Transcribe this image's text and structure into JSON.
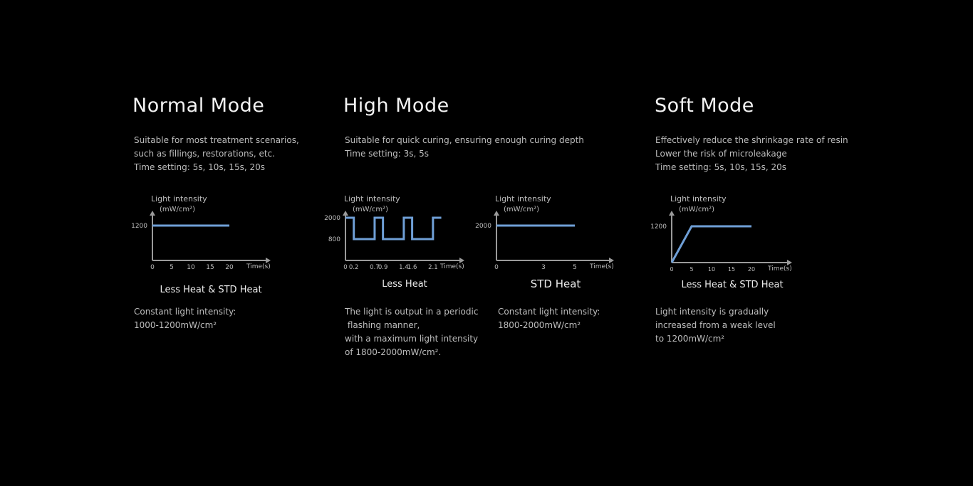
{
  "normal": {
    "title": "Normal Mode",
    "desc": [
      "Suitable for most treatment scenarios,",
      "such as fillings, restorations, etc.",
      "Time setting: 5s, 10s, 15s, 20s"
    ],
    "y_label_1": "Light intensity",
    "y_label_2": "(mW/cm²)",
    "x_label": "Time(s)",
    "y_ticks": [
      "1200"
    ],
    "x_ticks": [
      "0",
      "5",
      "10",
      "15",
      "20"
    ],
    "heat": "Less Heat & STD Heat",
    "note": [
      "Constant light intensity:",
      "1000-1200mW/cm²"
    ]
  },
  "high": {
    "title": "High Mode",
    "desc": [
      "Suitable for quick curing, ensuring enough curing depth",
      "Time setting: 3s, 5s"
    ],
    "less": {
      "y_label_1": "Light intensity",
      "y_label_2": "(mW/cm²)",
      "x_label": "Time(s)",
      "y_ticks": [
        "2000",
        "800"
      ],
      "x_ticks": [
        "0",
        "0.2",
        "0.7",
        "0.9",
        "1.4",
        "1.6",
        "2.1"
      ],
      "heat": "Less Heat",
      "note": [
        "The light is output in a periodic",
        " flashing manner,",
        "with a maximum light intensity",
        "of 1800-2000mW/cm²."
      ]
    },
    "std": {
      "y_label_1": "Light intensity",
      "y_label_2": "(mW/cm²)",
      "x_label": "Time(s)",
      "y_ticks": [
        "2000"
      ],
      "x_ticks": [
        "0",
        "3",
        "5"
      ],
      "heat": "STD Heat",
      "note": [
        "Constant light intensity:",
        "1800-2000mW/cm²"
      ]
    }
  },
  "soft": {
    "title": "Soft Mode",
    "desc": [
      "Effectively reduce the shrinkage rate of resin",
      "Lower the risk of microleakage",
      "Time setting: 5s, 10s, 15s, 20s"
    ],
    "y_label_1": "Light intensity",
    "y_label_2": "(mW/cm²)",
    "x_label": "Time(s)",
    "y_ticks": [
      "1200"
    ],
    "x_ticks": [
      "0",
      "5",
      "10",
      "15",
      "20"
    ],
    "heat": "Less Heat & STD Heat",
    "note": [
      "Light intensity is gradually",
      "increased from a weak level",
      "to 1200mW/cm²"
    ]
  },
  "colors": {
    "line": "#6f9fd6",
    "axis": "#9a9a9a"
  },
  "chart_data": [
    {
      "type": "line",
      "name": "Normal Mode",
      "x": [
        0,
        20
      ],
      "y": [
        1200,
        1200
      ],
      "ylabel": "Light intensity (mW/cm²)",
      "xlabel": "Time(s)",
      "x_ticks": [
        0,
        5,
        10,
        15,
        20
      ],
      "y_ticks": [
        1200
      ]
    },
    {
      "type": "line",
      "name": "High Mode - Less Heat",
      "x": [
        0,
        0.2,
        0.2,
        0.7,
        0.7,
        0.9,
        0.9,
        1.4,
        1.4,
        1.6,
        1.6,
        2.1,
        2.1,
        2.3
      ],
      "y": [
        2000,
        2000,
        800,
        800,
        2000,
        2000,
        800,
        800,
        2000,
        2000,
        800,
        800,
        2000,
        2000
      ],
      "ylabel": "Light intensity (mW/cm²)",
      "xlabel": "Time(s)",
      "x_ticks": [
        0,
        0.2,
        0.7,
        0.9,
        1.4,
        1.6,
        2.1
      ],
      "y_ticks": [
        800,
        2000
      ]
    },
    {
      "type": "line",
      "name": "High Mode - STD Heat",
      "x": [
        0,
        5
      ],
      "y": [
        2000,
        2000
      ],
      "ylabel": "Light intensity (mW/cm²)",
      "xlabel": "Time(s)",
      "x_ticks": [
        0,
        3,
        5
      ],
      "y_ticks": [
        2000
      ]
    },
    {
      "type": "line",
      "name": "Soft Mode",
      "x": [
        0,
        5,
        20
      ],
      "y": [
        0,
        1200,
        1200
      ],
      "ylabel": "Light intensity (mW/cm²)",
      "xlabel": "Time(s)",
      "x_ticks": [
        0,
        5,
        10,
        15,
        20
      ],
      "y_ticks": [
        1200
      ]
    }
  ]
}
